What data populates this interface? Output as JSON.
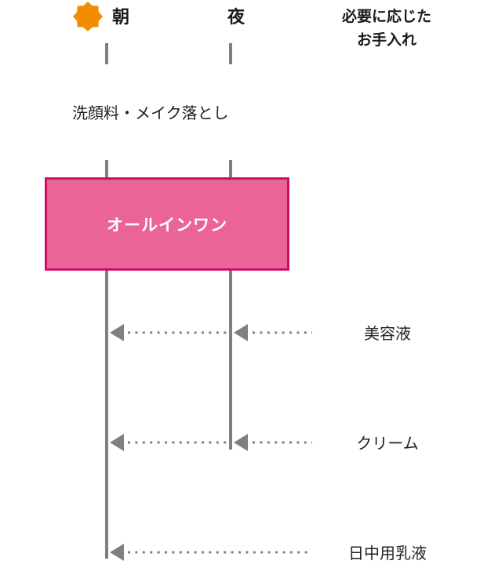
{
  "header": {
    "morning_label": "朝",
    "night_label": "夜",
    "optional_note_line1": "必要に応じた",
    "optional_note_line2": "お手入れ"
  },
  "steps": {
    "cleansing": "洗顔料・メイク落とし",
    "all_in_one": "オールインワン"
  },
  "optional_items": [
    "美容液",
    "クリーム",
    "日中用乳液"
  ],
  "icons": {
    "morning": "sun-icon",
    "night": "moon-icon"
  },
  "colors": {
    "sun": "#f28c00",
    "moon": "#b07ed0",
    "line": "#808080",
    "box_fill": "#ea6498",
    "box_border": "#cc1163",
    "box_text": "#ffffff"
  }
}
